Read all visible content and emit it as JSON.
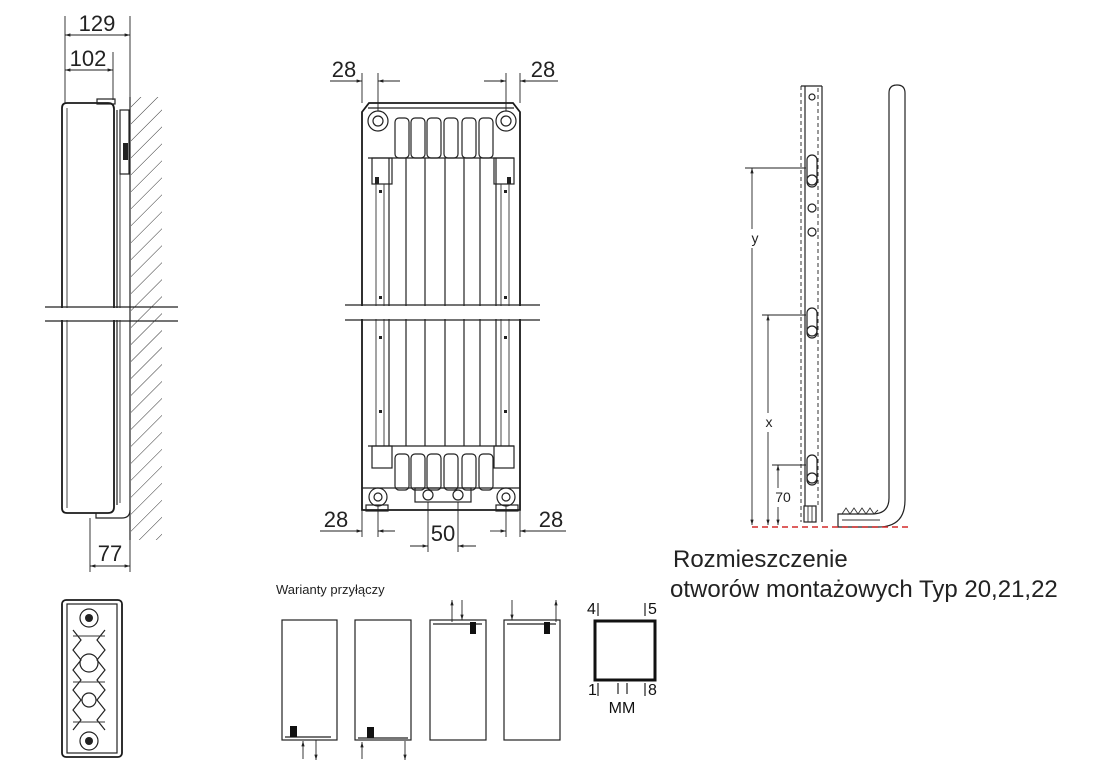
{
  "side_view": {
    "dim_overall_depth": "129",
    "dim_body_depth": "102",
    "dim_bottom_offset": "77"
  },
  "front_view": {
    "dim_top_left": "28",
    "dim_top_right": "28",
    "dim_bottom_left": "28",
    "dim_bottom_center": "50",
    "dim_bottom_right": "28"
  },
  "mounting_bracket": {
    "label_y": "y",
    "label_x": "x",
    "dim_bottom": "70"
  },
  "caption": {
    "line1": "Rozmieszczenie",
    "line2": "otworów montażowych Typ 20,21,22"
  },
  "connection_variants": {
    "title": "Warianty przyłączy"
  },
  "connection_diagram": {
    "top_left": "4",
    "top_right": "5",
    "bottom_left": "1",
    "bottom_right": "8",
    "bottom_center": "MM"
  },
  "colors": {
    "line": "#222222",
    "reference_line": "#d42a2a",
    "background": "#ffffff"
  }
}
